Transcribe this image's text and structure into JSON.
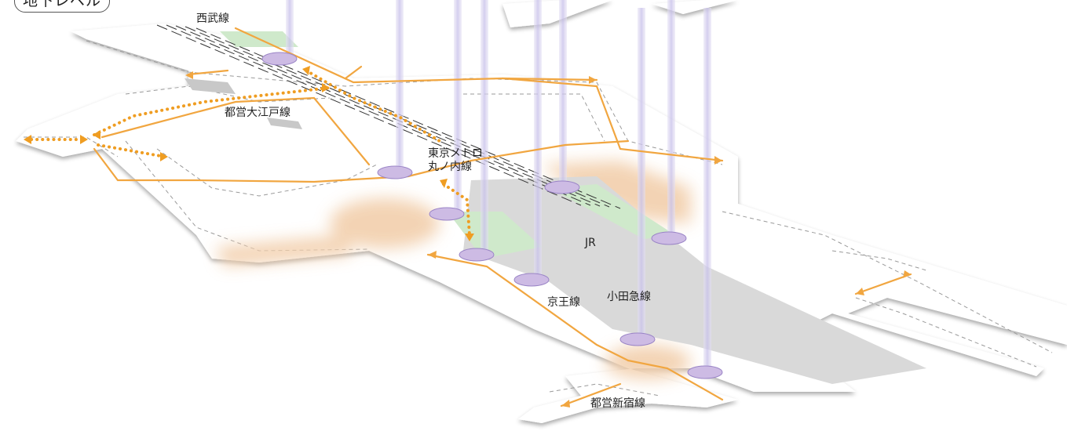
{
  "level_badge": "地下レベル",
  "lines": {
    "seibu": "西武線",
    "oedo": "都営大江戸線",
    "marunouchi_1": "東京メトロ",
    "marunouchi_2": "丸ノ内線",
    "jr": "JR",
    "keio": "京王線",
    "odakyu": "小田急線",
    "shinjuku_line": "都営新宿線"
  },
  "colors": {
    "route": "#f1a640",
    "route_dotted": "#ef9d22",
    "platform": "#d9d9d9",
    "green_area": "#cde8c9",
    "plaza": "#f3d8bf",
    "light_column": "#d7d2ec",
    "station_marker": "#c9b6e2",
    "outline": "#8c8c8c"
  }
}
